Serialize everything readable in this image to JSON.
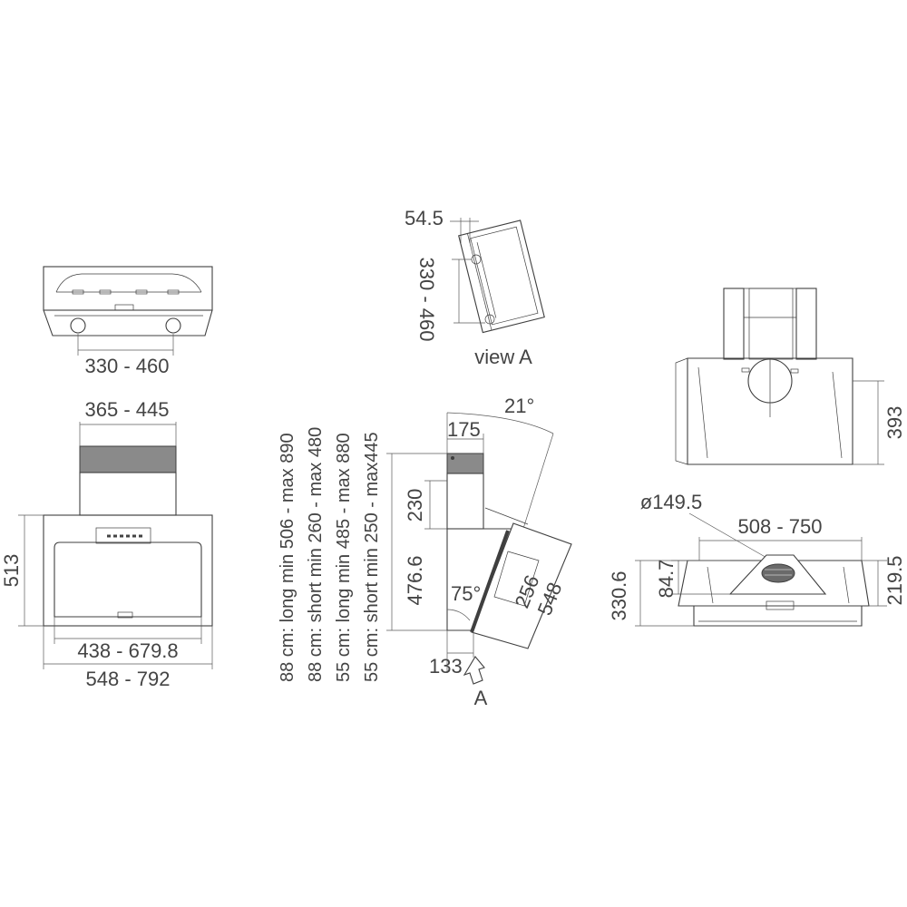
{
  "front_view": {
    "top_width": "330 - 460",
    "chimney_width": "365 - 445",
    "height": "513",
    "inner_width": "438 - 679.8",
    "outer_width": "548 - 792"
  },
  "notes": [
    "88 cm: long min 506 - max 890",
    "88 cm: short min 260 - max 480",
    "55 cm: long min 485 - max 880",
    "55 cm: short min 250 - max445"
  ],
  "view_a": {
    "depth": "54.5",
    "hole_spacing": "330 - 460",
    "caption": "view A"
  },
  "side_view": {
    "angle_top": "21°",
    "chimney_depth": "175",
    "chimney_height": "230",
    "body_height": "476.6",
    "panel_depth": "256",
    "panel_height": "548",
    "angle_bottom": "75°",
    "bottom_depth": "133",
    "arrow_label": "A"
  },
  "right_view": {
    "height": "393",
    "duct_diameter": "ø149.5",
    "width_range": "508 - 750",
    "height_left": "330.6",
    "height_mid": "84.7",
    "height_right": "219.5"
  },
  "colors": {
    "line": "#3f3f3f",
    "text": "#444444",
    "background": "#ffffff"
  }
}
